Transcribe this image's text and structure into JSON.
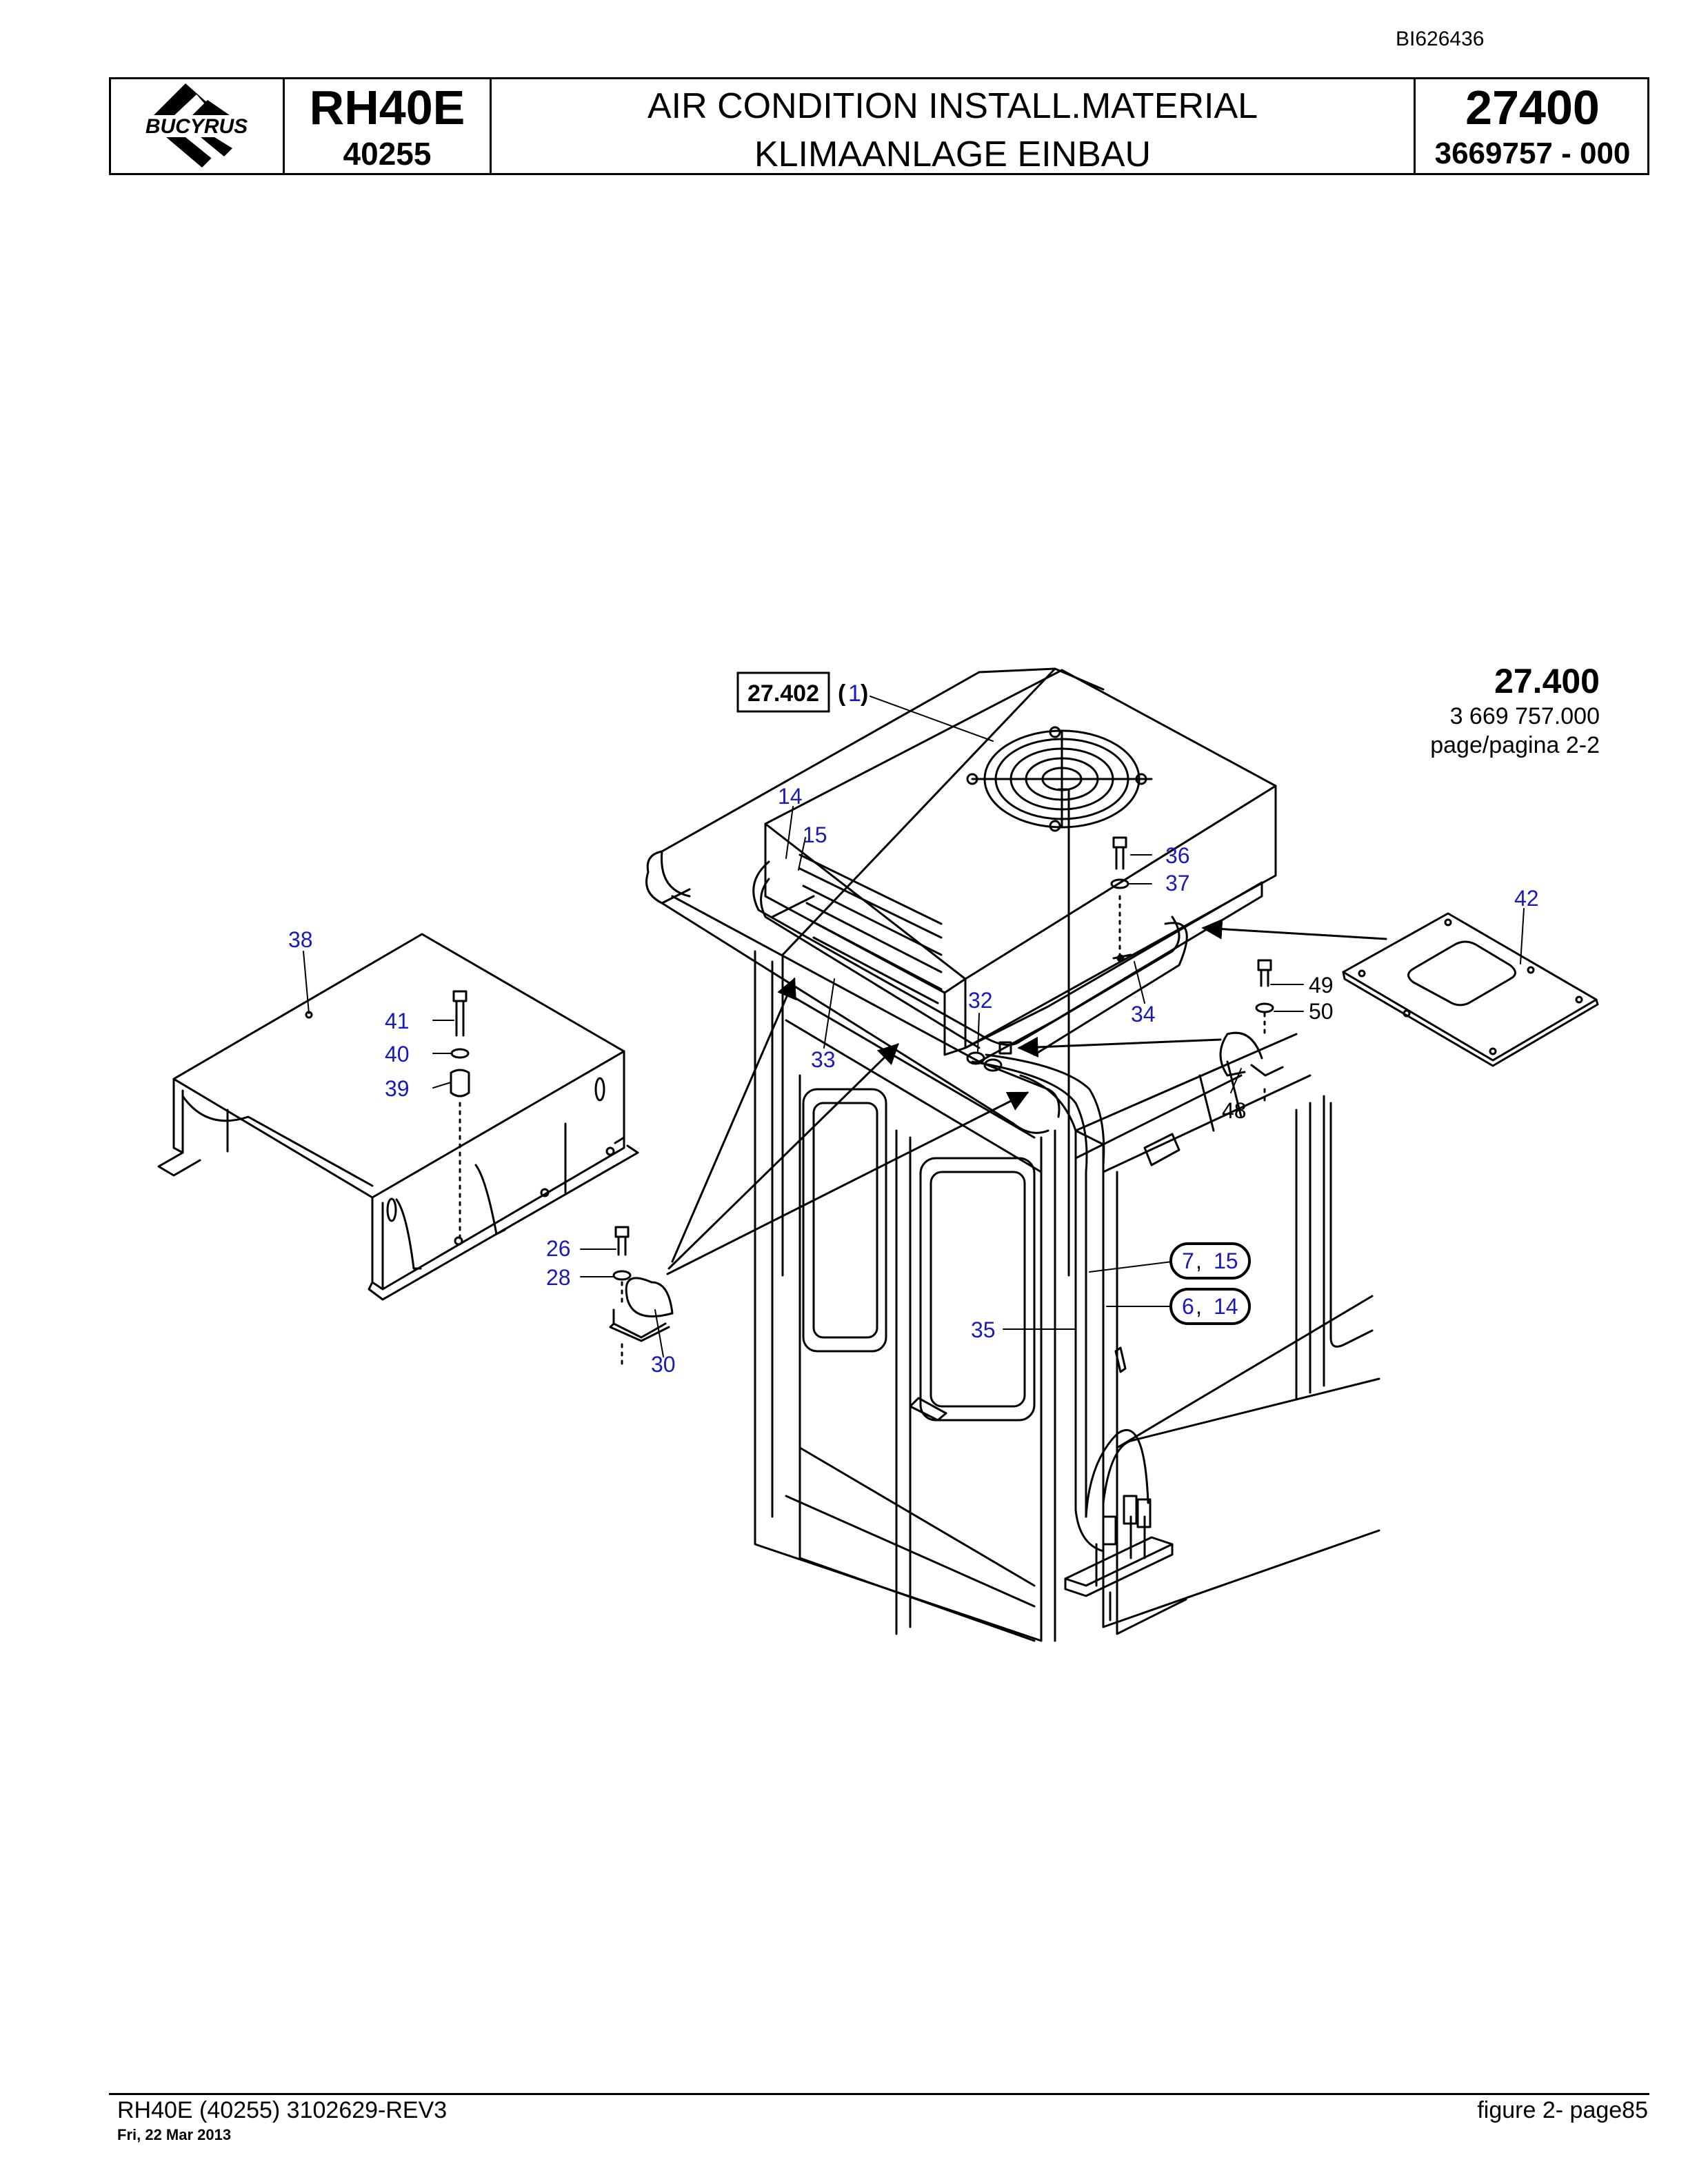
{
  "document": {
    "doc_id": "BI626436",
    "logo_text": "BUCYRUS",
    "model": "RH40E",
    "serial": "40255",
    "title_en": "AIR CONDITION INSTALL.MATERIAL",
    "title_de": "KLIMAANLAGE EINBAU",
    "group_no": "27400",
    "part_no": "3669757  - 000"
  },
  "reference": {
    "number": "27.400",
    "part": "3 669 757.000",
    "page": "page/pagina 2-2"
  },
  "callouts": {
    "ref_box": "27.402",
    "ref_box_item": "1",
    "c14": "14",
    "c15": "15",
    "c36": "36",
    "c37": "37",
    "c42": "42",
    "c38": "38",
    "c41": "41",
    "c40": "40",
    "c39": "39",
    "c32": "32",
    "c33": "33",
    "c34": "34",
    "c49": "49",
    "c50": "50",
    "c48": "48",
    "c26": "26",
    "c28": "28",
    "c30": "30",
    "c35": "35",
    "pair1_a": "7",
    "pair1_b": "15",
    "pair2_a": "6",
    "pair2_b": "14"
  },
  "footer": {
    "left": "RH40E (40255) 3102629-REV3",
    "date": "Fri, 22 Mar 2013",
    "right": "figure  2- page85"
  },
  "colors": {
    "callout": "#1a1ab8",
    "line": "#000000"
  }
}
